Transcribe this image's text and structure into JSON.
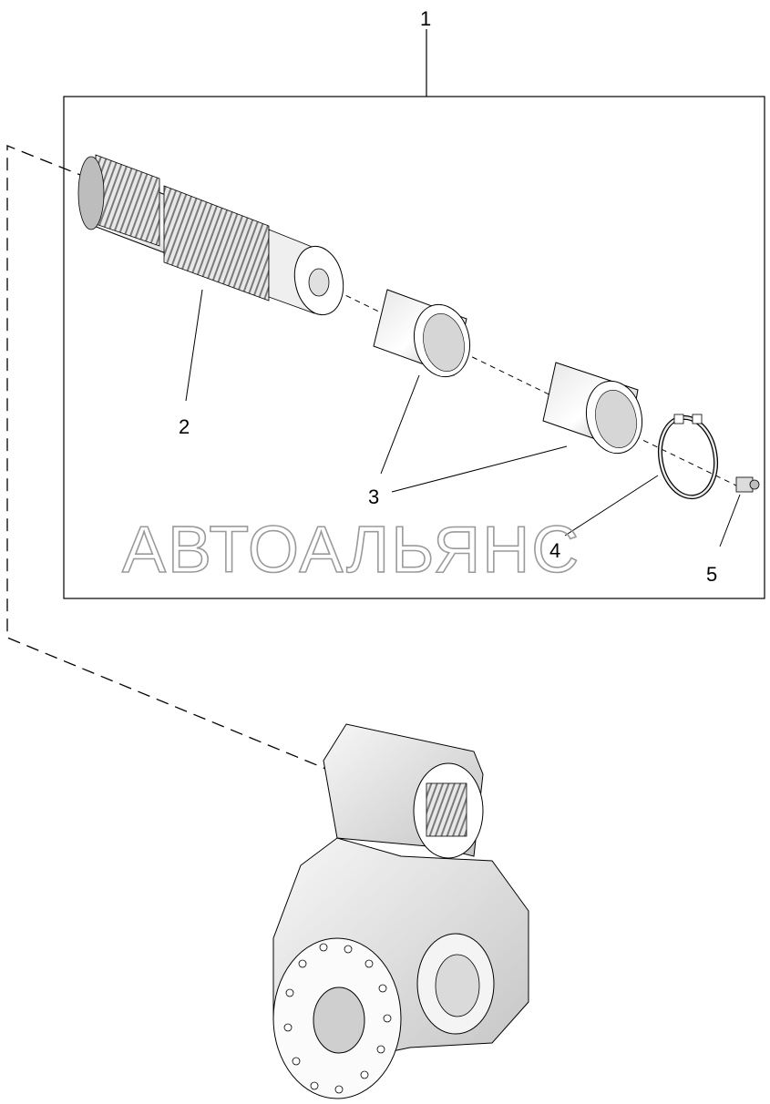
{
  "callouts": {
    "assembly": "1",
    "shaft": "2",
    "bushings": "3",
    "retaining_ring": "4",
    "fitting": "5"
  },
  "watermark": "АВТОАЛЬЯНС",
  "colors": {
    "line": "#000000",
    "part_light": "#f2f2f2",
    "part_mid": "#cfcfcf",
    "part_dark": "#8f8f8f",
    "watermark": "#9a9a9a"
  },
  "icons": {
    "shaft": "splined-shaft",
    "bushing": "bushing-sleeve",
    "ring": "snap-ring",
    "fitting": "grease-fitting",
    "arm": "lever-arm"
  }
}
